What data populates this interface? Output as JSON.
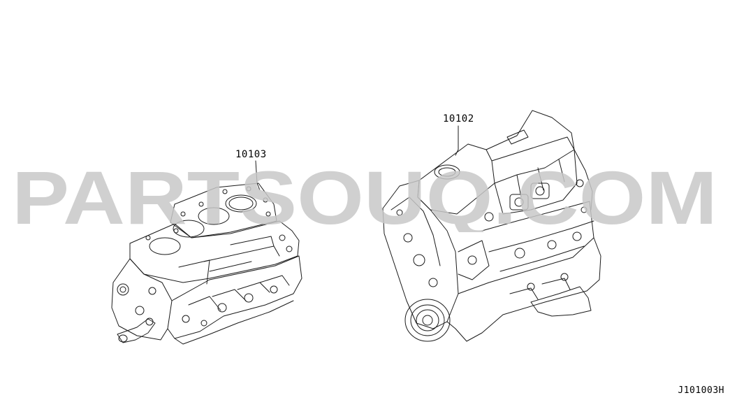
{
  "labels": {
    "short_block_part": "10103",
    "long_block_part": "10102",
    "diagram_code": "J101003H"
  },
  "watermark": {
    "text": "PARTSOUQ.COM",
    "color": "#c8c8c8"
  },
  "colors": {
    "line": "#1a1a1a",
    "background": "#ffffff"
  }
}
